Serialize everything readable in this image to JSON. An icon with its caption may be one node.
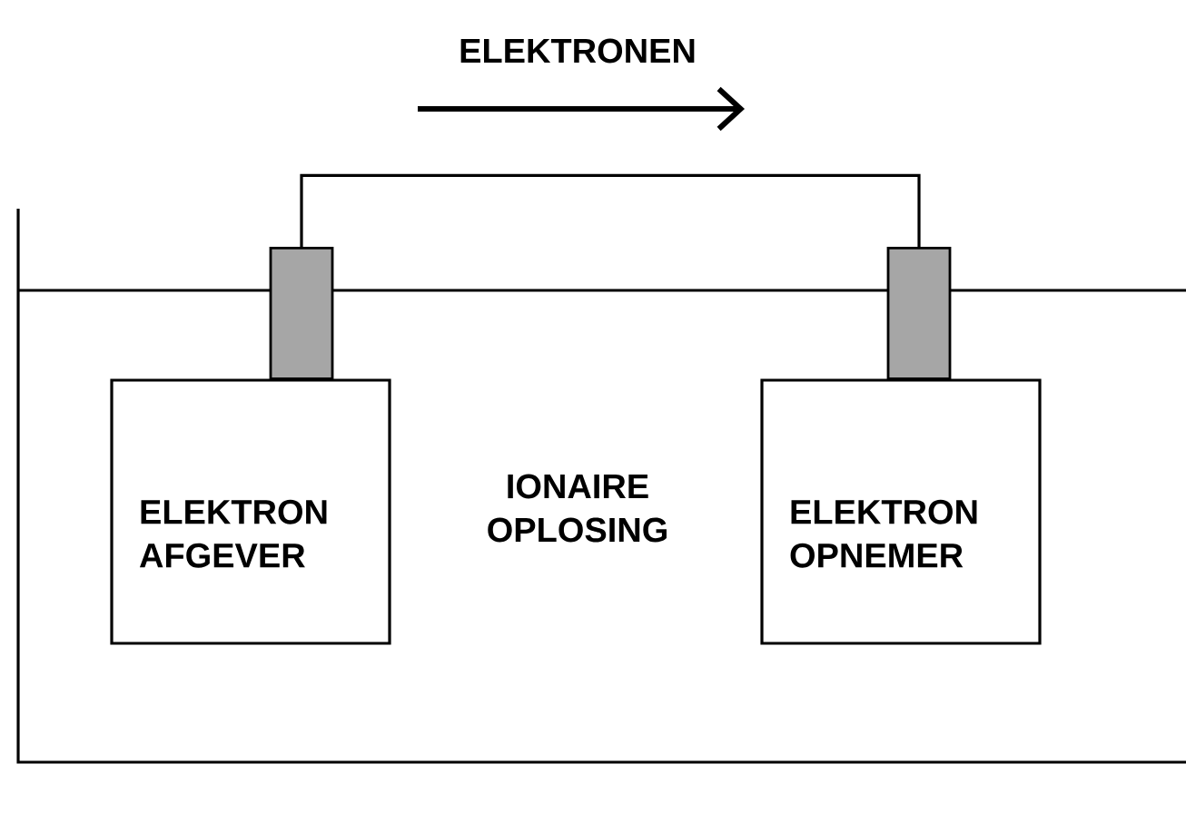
{
  "diagram": {
    "nodes": [
      {
        "text": [
          "IONAIRE OPLOSING"
        ]
      },
      {
        "text": [
          "ELEKTRON AFGEVER"
        ],
        "in": 0
      },
      {
        "text": [
          "ELEKTRON OPNEMER"
        ],
        "in": 0
      }
    ],
    "edges": [
      {
        "from": 1,
        "to": 2,
        "arrow": "none"
      }
    ],
    "labels": [
      "ELEKTRONEN"
    ]
  }
}
